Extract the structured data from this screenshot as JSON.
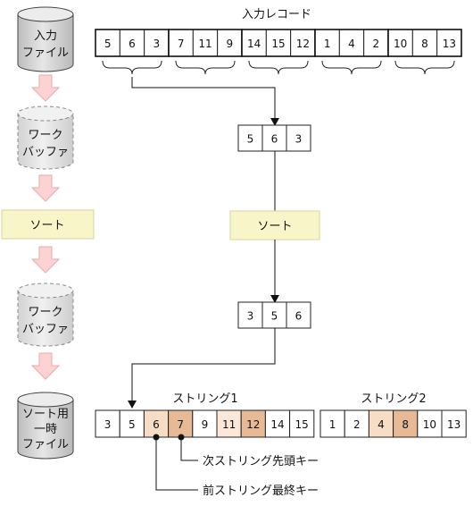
{
  "pipeline": {
    "input_file": [
      "入力",
      "ファイル"
    ],
    "work_buffer_1": [
      "ワーク",
      "バッファ"
    ],
    "sort_step": "ソート",
    "work_buffer_2": [
      "ワーク",
      "バッファ"
    ],
    "sort_temp_file": [
      "ソート用",
      "一時",
      "ファイル"
    ]
  },
  "input_records": {
    "title": "入力レコード",
    "groups": [
      [
        5,
        6,
        3
      ],
      [
        7,
        11,
        9
      ],
      [
        14,
        15,
        12
      ],
      [
        1,
        4,
        2
      ],
      [
        10,
        8,
        13
      ]
    ]
  },
  "buffer_before_sort": [
    5,
    6,
    3
  ],
  "sort_label": "ソート",
  "buffer_after_sort": [
    3,
    5,
    6
  ],
  "string1": {
    "label": "ストリング1",
    "values": [
      3,
      5,
      6,
      7,
      9,
      11,
      12,
      14,
      15
    ],
    "highlight": [
      "none",
      "none",
      "light",
      "mid",
      "none",
      "pale",
      "mid",
      "none",
      "none"
    ]
  },
  "string2": {
    "label": "ストリング2",
    "values": [
      1,
      2,
      4,
      8,
      10,
      13
    ],
    "highlight": [
      "none",
      "none",
      "light",
      "mid",
      "none",
      "none"
    ]
  },
  "annotations": {
    "next_string_first_key": "次ストリング先頭キー",
    "prev_string_last_key": "前ストリング最終キー"
  },
  "colors": {
    "sort_box_fill": "#f8f5c9",
    "sort_box_stroke": "#d9d499",
    "arrow_fill": "#fbd3d3",
    "arrow_stroke": "#eeaaaa",
    "highlight_light": "#f7ddc6",
    "highlight_mid": "#e7b995",
    "highlight_pale": "#fbe8d8",
    "cylinder_solid": "#d4d4d4",
    "cylinder_dashed": "#e6e6e6"
  }
}
